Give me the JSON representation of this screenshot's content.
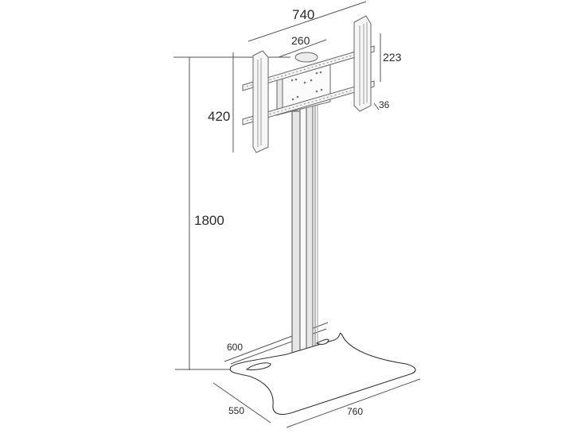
{
  "diagram": {
    "subject": "TV floor stand technical drawing",
    "units": "mm",
    "line_color": "#3a3a3a",
    "dimension_line_color": "#555555",
    "dimensions": {
      "mount_width": "740",
      "vesa_plate_width": "260",
      "mount_arm_height": "223",
      "mount_depth": "36",
      "mount_total_height": "420",
      "overall_height": "1800",
      "column_base_depth": "600",
      "base_depth": "550",
      "base_width": "760"
    }
  }
}
